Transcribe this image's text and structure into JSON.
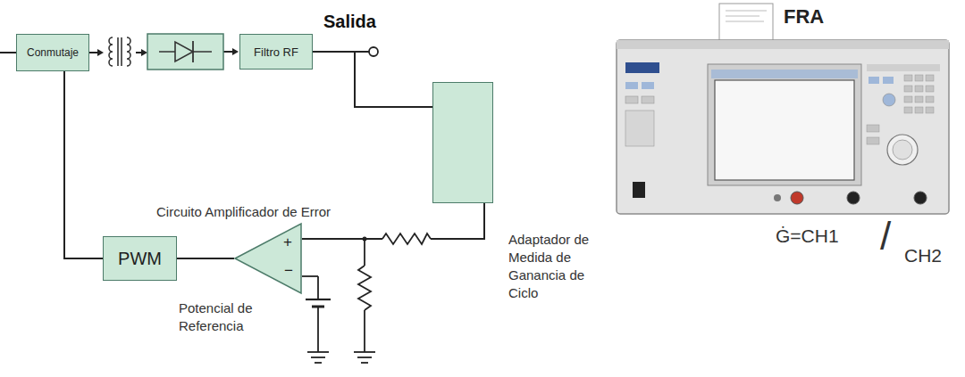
{
  "diagram": {
    "nodes": [
      {
        "text": [
          "Conmutaje"
        ]
      },
      {
        "text": [
          "Filtro RF"
        ]
      },
      {
        "text": [
          "Adaptador de Medida de Ganancia de Ciclo"
        ]
      },
      {
        "text": [
          "+",
          "−"
        ]
      },
      {
        "text": [
          "PWM"
        ]
      }
    ],
    "edges": [
      {
        "from": 0,
        "to": 4,
        "arrow": "none"
      },
      {
        "from": 1,
        "to": 2,
        "arrow": "none"
      },
      {
        "from": 2,
        "to": 3,
        "arrow": "none"
      },
      {
        "from": 3,
        "to": 4,
        "arrow": "none"
      }
    ],
    "labels": [
      "Salida",
      "Circuito Amplificador de Error",
      "Potencial de Referencia",
      "FRA",
      "Ġ=CH1",
      "/",
      "CH2"
    ]
  }
}
